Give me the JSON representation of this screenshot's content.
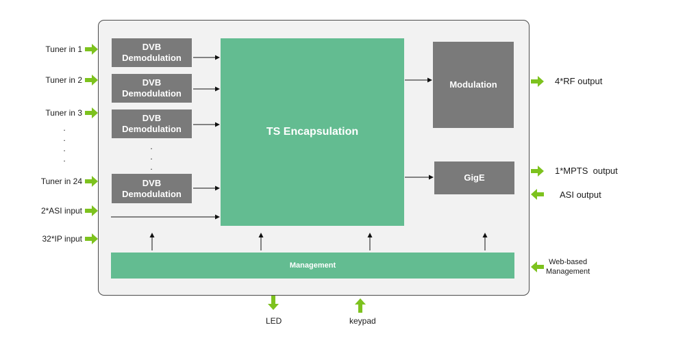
{
  "inputs": {
    "tuner1": "Tuner in 1",
    "tuner2": "Tuner in 2",
    "tuner3": "Tuner in 3",
    "tuner24": "Tuner in 24",
    "asi_input": "2*ASI input",
    "ip_input": "32*IP input"
  },
  "blocks": {
    "demod_line1": "DVB",
    "demod_line2": "Demodulation",
    "ts_encapsulation": "TS Encapsulation",
    "modulation": "Modulation",
    "gige": "GigE",
    "management": "Management"
  },
  "outputs": {
    "rf_output": "4*RF output",
    "mpts_output": "1*MPTS  output",
    "asi_output": "ASI output",
    "web_management_line1": "Web-based",
    "web_management_line2": "Management"
  },
  "bottom": {
    "led": "LED",
    "keypad": "keypad"
  },
  "ellipsis": ".",
  "colors": {
    "chassis_fill": "#f2f2f2",
    "block_gray": "#7a7a7a",
    "block_green": "#63bc91",
    "arrow_green": "#7dc21e"
  }
}
